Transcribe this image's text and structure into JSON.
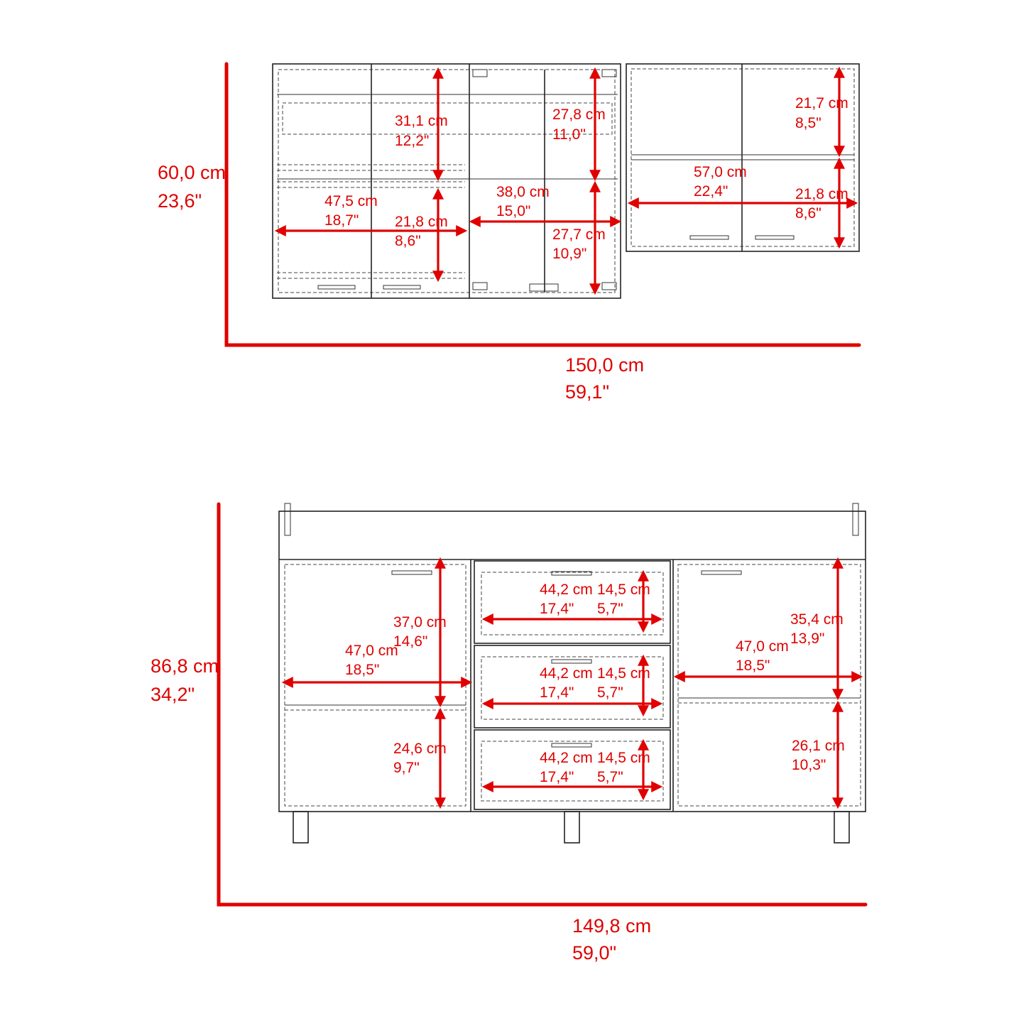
{
  "accent_color": "#e00000",
  "upper_cabinet": {
    "overall_height": {
      "cm": "60,0 cm",
      "in": "23,6\""
    },
    "overall_width": {
      "cm": "150,0 cm",
      "in": "59,1\""
    },
    "left_top_height": {
      "cm": "31,1 cm",
      "in": "12,2\""
    },
    "left_inner_width": {
      "cm": "47,5 cm",
      "in": "18,7\""
    },
    "left_bottom_height": {
      "cm": "21,8 cm",
      "in": "8,6\""
    },
    "glass_top_height": {
      "cm": "27,8 cm",
      "in": "11,0\""
    },
    "glass_width": {
      "cm": "38,0 cm",
      "in": "15,0\""
    },
    "glass_bottom_height": {
      "cm": "27,7 cm",
      "in": "10,9\""
    },
    "right_top_height": {
      "cm": "21,7 cm",
      "in": "8,5\""
    },
    "right_width": {
      "cm": "57,0 cm",
      "in": "22,4\""
    },
    "right_bottom_height": {
      "cm": "21,8 cm",
      "in": "8,6\""
    }
  },
  "lower_cabinet": {
    "overall_height": {
      "cm": "86,8 cm",
      "in": "34,2\""
    },
    "overall_width": {
      "cm": "149,8 cm",
      "in": "59,0\""
    },
    "left_width": {
      "cm": "47,0 cm",
      "in": "18,5\""
    },
    "left_top_height": {
      "cm": "37,0 cm",
      "in": "14,6\""
    },
    "left_bottom_height": {
      "cm": "24,6 cm",
      "in": "9,7\""
    },
    "drawers": [
      {
        "width": {
          "cm": "44,2 cm",
          "in": "17,4\""
        },
        "height": {
          "cm": "14,5 cm",
          "in": "5,7\""
        }
      },
      {
        "width": {
          "cm": "44,2 cm",
          "in": "17,4\""
        },
        "height": {
          "cm": "14,5 cm",
          "in": "5,7\""
        }
      },
      {
        "width": {
          "cm": "44,2 cm",
          "in": "17,4\""
        },
        "height": {
          "cm": "14,5 cm",
          "in": "5,7\""
        }
      }
    ],
    "right_width": {
      "cm": "47,0 cm",
      "in": "18,5\""
    },
    "right_top_height": {
      "cm": "35,4 cm",
      "in": "13,9\""
    },
    "right_bottom_height": {
      "cm": "26,1 cm",
      "in": "10,3\""
    }
  }
}
